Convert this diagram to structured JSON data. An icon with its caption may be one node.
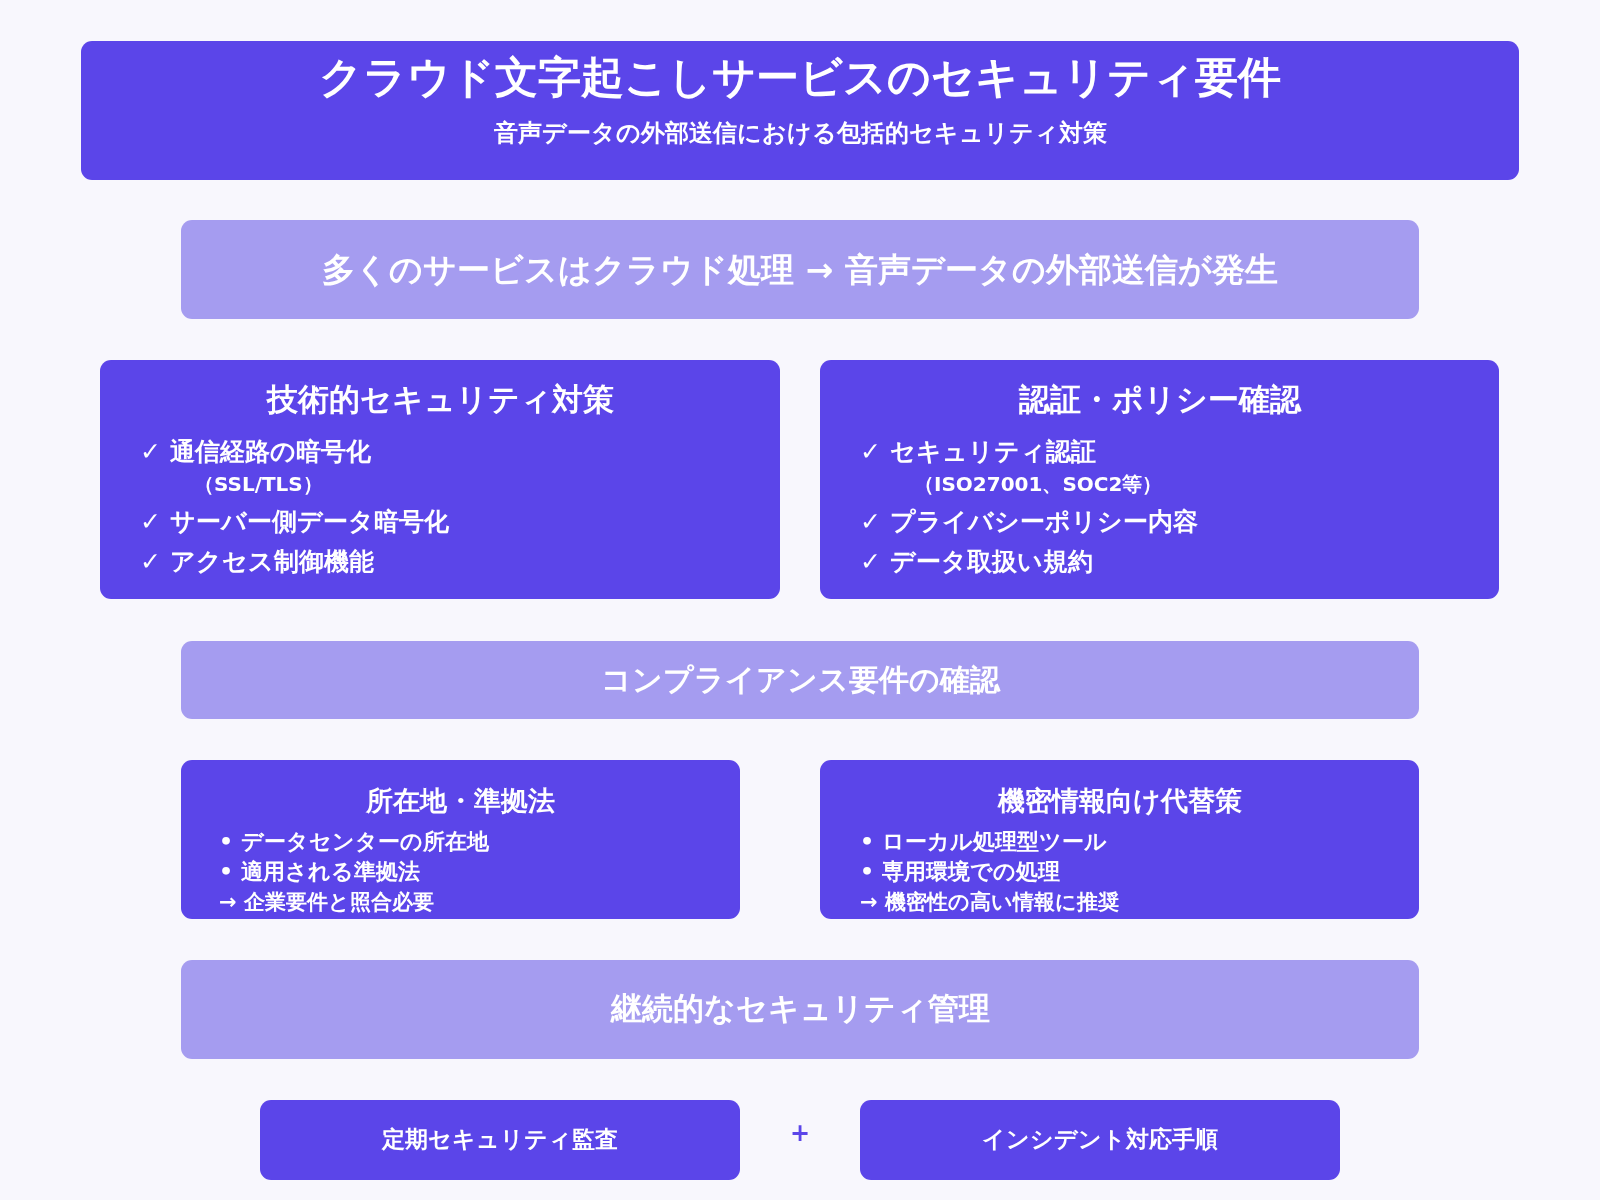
{
  "diagram": {
    "nodes": [
      {
        "text": [
          "クラウド文字起こしサービスのセキュリティ要件",
          "音声データの外部送信における包括的セキュリティ対策"
        ]
      },
      {
        "text": [
          "多くのサービスはクラウド処理 → 音声データの外部送信が発生"
        ]
      },
      {
        "text": [
          "技術的セキュリティ対策",
          "✓ 通信経路の暗号化",
          "（SSL/TLS）",
          "✓ サーバー側データ暗号化",
          "✓ アクセス制御機能"
        ]
      },
      {
        "text": [
          "認証・ポリシー確認",
          "✓ セキュリティ認証",
          "（ISO27001、SOC2等）",
          "✓ プライバシーポリシー内容",
          "✓ データ取扱い規約"
        ]
      },
      {
        "text": [
          "コンプライアンス要件の確認"
        ]
      },
      {
        "text": [
          "所在地・準拠法",
          "• データセンターの所在地",
          "• 適用される準拠法",
          "→ 企業要件と照合必要"
        ]
      },
      {
        "text": [
          "機密情報向け代替策",
          "• ローカル処理型ツール",
          "• 専用環境での処理",
          "→ 機密性の高い情報に推奨"
        ]
      },
      {
        "text": [
          "継続的なセキュリティ管理"
        ]
      },
      {
        "text": [
          "定期セキュリティ監査"
        ]
      },
      {
        "text": [
          "インシデント対応手順"
        ]
      }
    ],
    "labels": [
      "+"
    ]
  }
}
